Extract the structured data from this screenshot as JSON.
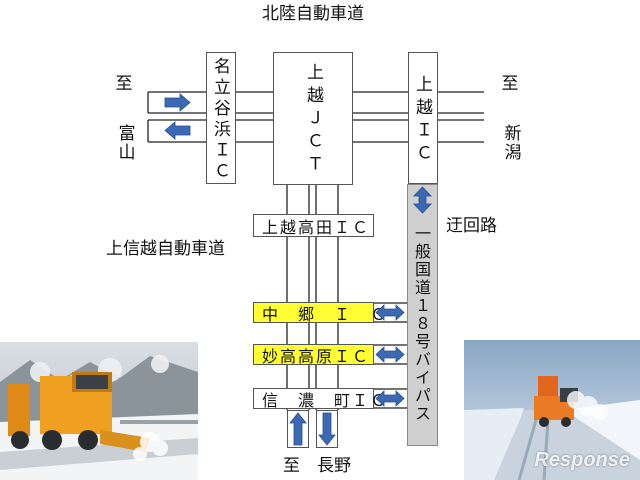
{
  "title": "北陸自動車道",
  "joetsu_shinetsu_label": "上信越自動車道",
  "detour_label": "迂回路",
  "toyama": {
    "itaru": "至",
    "name": "富山"
  },
  "niigata": {
    "itaru": "至",
    "name": "新潟"
  },
  "nagano": "至　長野",
  "nadachi_ic": "名立谷浜ＩＣ",
  "joetsu_jct": "上越ＪＣＴ",
  "joetsu_ic": "上越ＩＣ",
  "bypass": "一般国道１８号バイパス",
  "interchanges": [
    {
      "name": "上越高田ＩＣ",
      "highlight": false,
      "connected": false
    },
    {
      "name": "中　郷　Ｉ　Ｃ",
      "highlight": true,
      "connected": true
    },
    {
      "name": "妙高高原ＩＣ",
      "highlight": true,
      "connected": true
    },
    {
      "name": "信　濃　町ＩＣ",
      "highlight": false,
      "connected": true
    }
  ],
  "watermark": "Response",
  "colors": {
    "arrow": "#3c69b4",
    "highlight": "#ffff33",
    "bypass_fill": "#cfcfcf"
  },
  "photos": [
    {
      "subject": "snowplow truck on snowy highway"
    },
    {
      "subject": "rotary snowblower on snowy road"
    }
  ]
}
